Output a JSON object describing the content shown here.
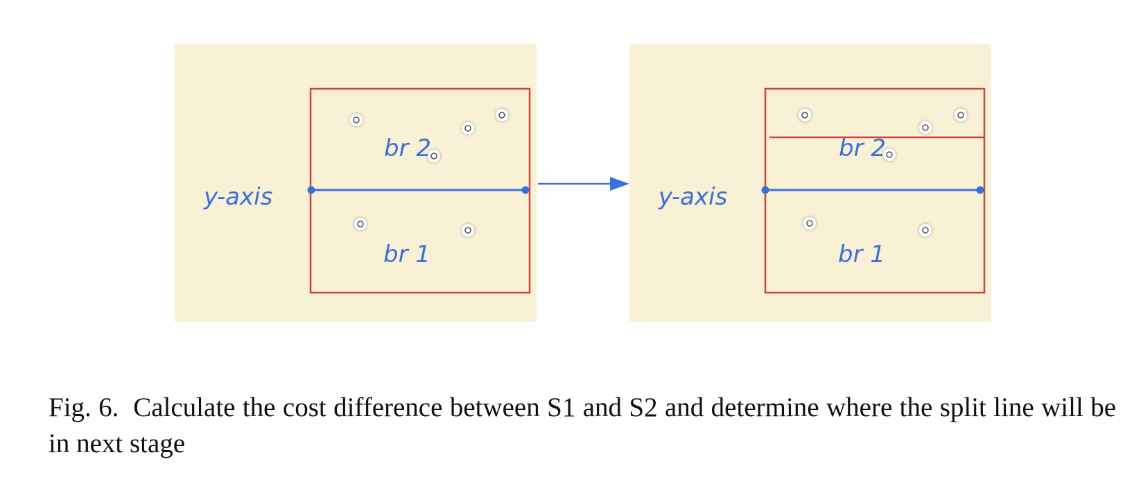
{
  "panels": [
    {
      "axis_label": "y-axis",
      "regions": [
        {
          "label": "br 2",
          "points": 4
        },
        {
          "label": "br 1",
          "points": 2
        }
      ]
    },
    {
      "axis_label": "y-axis",
      "regions": [
        {
          "label": "br 2",
          "points": 4
        },
        {
          "label": "br 1",
          "points": 2
        }
      ]
    }
  ],
  "caption": {
    "prefix": "Fig. 6.",
    "text": "Calculate the cost difference between S1 and S2 and determine where the split line will be in next stage"
  },
  "colors": {
    "panel_bg": "#f8f1d6",
    "box": "#c9473a",
    "split_line": "#3b6fd9",
    "arrow": "#3b6fd9",
    "new_split_line": "#d9413a"
  }
}
